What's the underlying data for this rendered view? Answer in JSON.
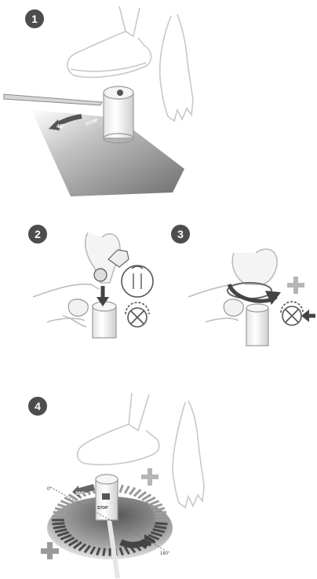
{
  "steps": [
    {
      "number": "1",
      "labels": {
        "angle": "40°",
        "stop": "STOP"
      }
    },
    {
      "number": "2"
    },
    {
      "number": "3"
    },
    {
      "number": "4",
      "labels": {
        "zero": "0°",
        "deg360": "360°",
        "stop": "STOP",
        "deg180": "180°"
      }
    }
  ],
  "colors": {
    "badge": "#4d4d4d",
    "line": "#c8c8c8",
    "shadow": "#7a7a7a",
    "plus": "#b5b5b5"
  },
  "icons": [
    "foot-icon",
    "hand-icon",
    "sprinkler-head-icon",
    "adjust-key-icon",
    "nozzle-icon",
    "rotation-dial-icon",
    "plus-icon",
    "arrow-icon"
  ]
}
